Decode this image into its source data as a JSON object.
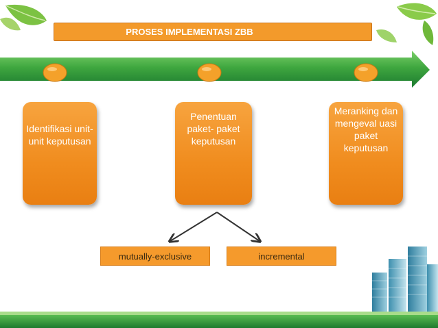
{
  "title": "PROSES IMPLEMENTASI ZBB",
  "colors": {
    "orange": "#f39a2b",
    "green": "#1f8a3a",
    "timeline_light": "#54b34d",
    "ground": "#2e8b3d"
  },
  "steps": [
    {
      "label": "Identifikasi unit-unit keputusan"
    },
    {
      "label": "Penentuan paket- paket keputusan"
    },
    {
      "label": "Meranking dan mengeval uasi paket keputusan"
    }
  ],
  "branches": [
    {
      "label": "mutually-exclusive"
    },
    {
      "label": "incremental"
    }
  ]
}
